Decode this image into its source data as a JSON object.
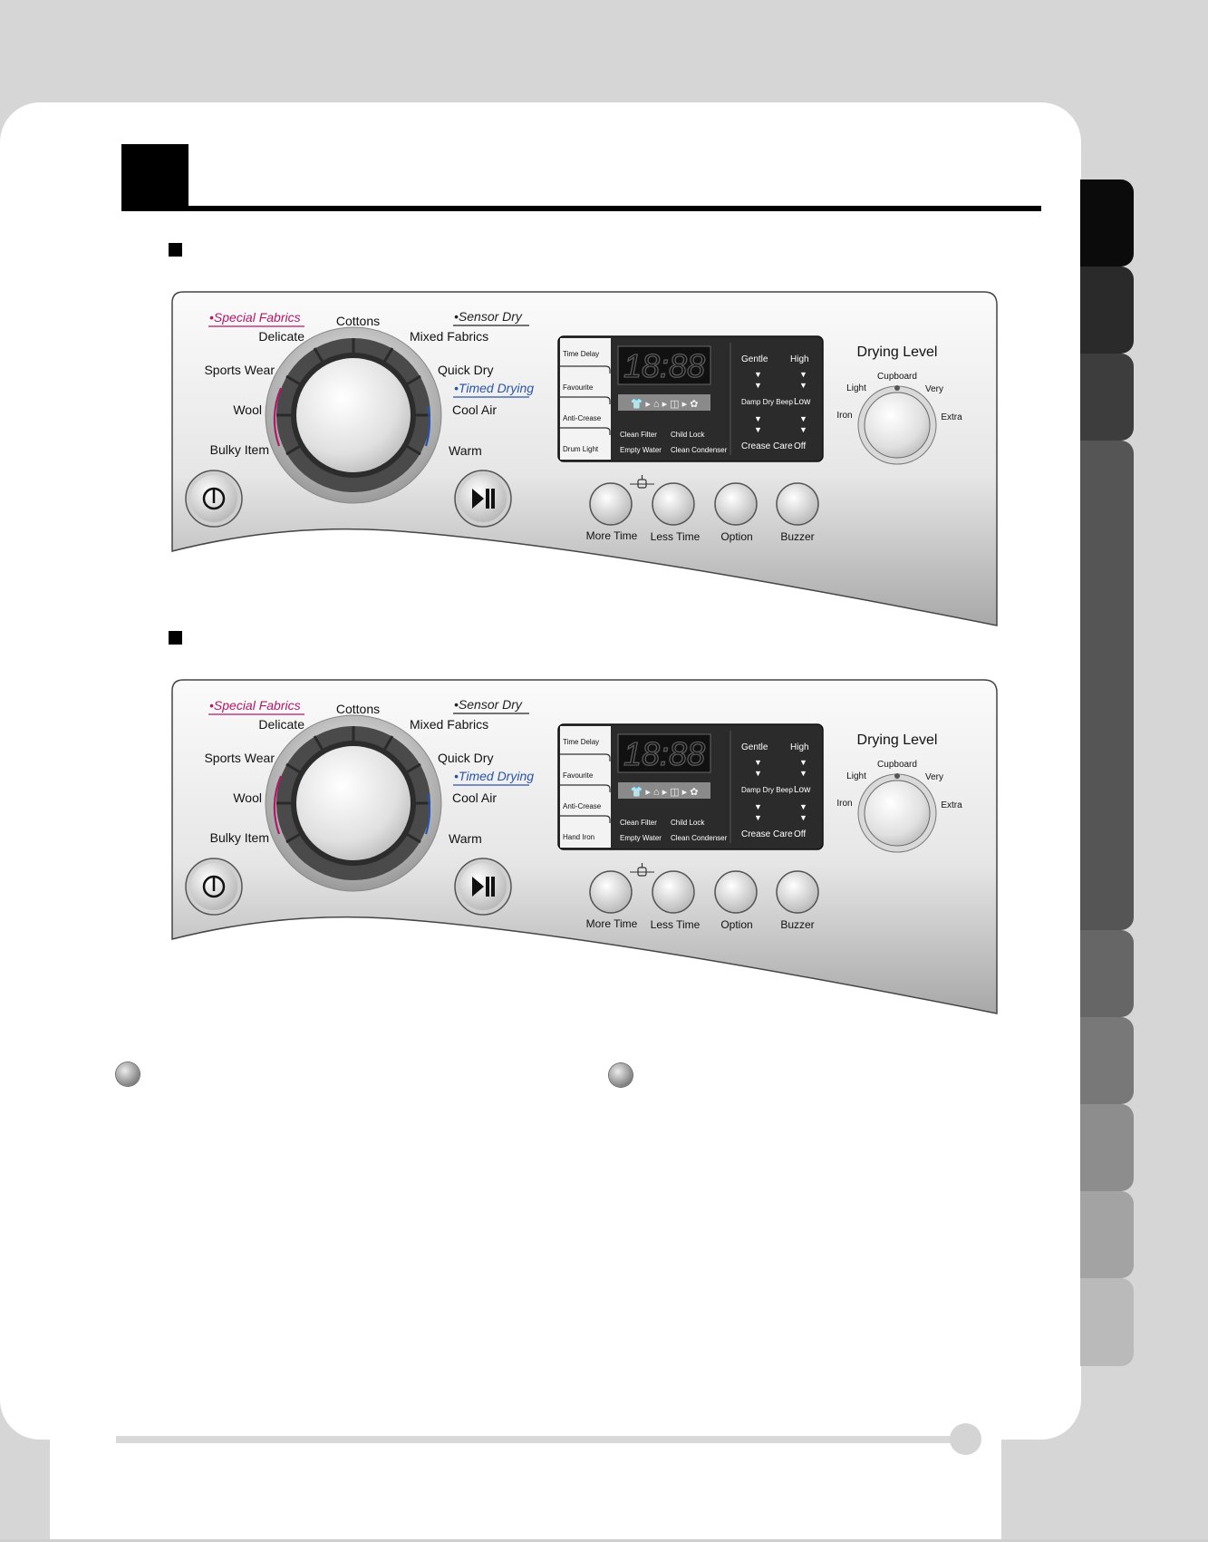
{
  "panels": [
    {
      "special_fabrics": "Special Fabrics",
      "sensor_dry": "Sensor Dry",
      "timed_drying": "Timed Drying",
      "programs": {
        "cottons": "Cottons",
        "delicate": "Delicate",
        "mixed_fabrics": "Mixed Fabrics",
        "sports_wear": "Sports Wear",
        "quick_dry": "Quick Dry",
        "wool": "Wool",
        "cool_air": "Cool Air",
        "bulky_item": "Bulky Item",
        "warm": "Warm"
      },
      "side_options": [
        "Time Delay",
        "Favourite",
        "Anti-Crease",
        "Drum Light"
      ],
      "display_time": "18:88",
      "display_indicators": [
        "Clean Filter",
        "Child Lock",
        "Empty Water",
        "Clean Condenser"
      ],
      "mode_labels": {
        "gentle": "Gentle",
        "high": "High",
        "damp_dry_beep": "Damp Dry Beep",
        "low": "Low",
        "crease_care": "Crease Care",
        "off": "Off"
      },
      "drying_level": {
        "title": "Drying Level",
        "iron": "Iron",
        "light": "Light",
        "cupboard": "Cupboard",
        "very": "Very",
        "extra": "Extra"
      },
      "buttons": [
        "More Time",
        "Less Time",
        "Option",
        "Buzzer"
      ]
    },
    {
      "special_fabrics": "Special Fabrics",
      "sensor_dry": "Sensor Dry",
      "timed_drying": "Timed Drying",
      "programs": {
        "cottons": "Cottons",
        "delicate": "Delicate",
        "mixed_fabrics": "Mixed Fabrics",
        "sports_wear": "Sports Wear",
        "quick_dry": "Quick Dry",
        "wool": "Wool",
        "cool_air": "Cool Air",
        "bulky_item": "Bulky Item",
        "warm": "Warm"
      },
      "side_options": [
        "Time Delay",
        "Favourite",
        "Anti-Crease",
        "Hand Iron"
      ],
      "display_time": "18:88",
      "display_indicators": [
        "Clean Filter",
        "Child Lock",
        "Empty Water",
        "Clean Condenser"
      ],
      "mode_labels": {
        "gentle": "Gentle",
        "high": "High",
        "damp_dry_beep": "Damp Dry Beep",
        "low": "Low",
        "crease_care": "Crease Care",
        "off": "Off"
      },
      "drying_level": {
        "title": "Drying Level",
        "iron": "Iron",
        "light": "Light",
        "cupboard": "Cupboard",
        "very": "Very",
        "extra": "Extra"
      },
      "buttons": [
        "More Time",
        "Less Time",
        "Option",
        "Buzzer"
      ]
    }
  ],
  "colors": {
    "special_fabrics": "#b0186a",
    "timed_drying": "#2a53a8",
    "side_tabs": [
      "#0b0b0b",
      "#2a2a2a",
      "#3d3d3d",
      "#555555",
      "#666666",
      "#787878",
      "#8d8d8d",
      "#a3a3a3",
      "#bababa"
    ]
  }
}
